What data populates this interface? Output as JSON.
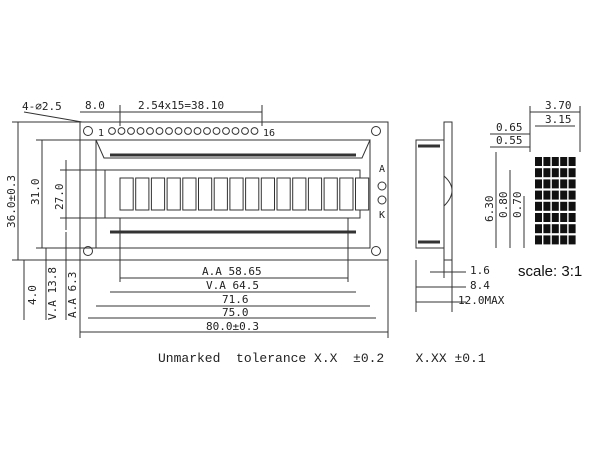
{
  "front_view": {
    "dims": {
      "hole": "4-∅2.5",
      "pin_offset": "8.0",
      "pin_pitch": "2.54x15=38.10",
      "pin_first": "1",
      "pin_last": "16",
      "height_total": "36.0±0.3",
      "height_pcb": "31.0",
      "height_view": "27.0",
      "va_offset": "V.A 13.8",
      "aa_offset": "A.A 6.3",
      "hole_offset": "4.0",
      "width_aa": "A.A 58.65",
      "width_va": "V.A 64.5",
      "width_bezel": "71.6",
      "width_holes": "75.0",
      "width_total": "80.0±0.3"
    },
    "char_cells": 16
  },
  "side_view": {
    "label_a": "A",
    "label_k": "K",
    "dims": {
      "d1": "1.6",
      "d2": "8.4",
      "d3": "12.0MAX"
    }
  },
  "char_detail": {
    "dims": {
      "width": "3.70",
      "dot_pitch_w": "3.15",
      "dot_w": "0.65",
      "dot_gap": "0.55",
      "height": "6.30",
      "dot_h": "0.80",
      "dot_pitch_h": "0.70"
    },
    "matrix": {
      "cols": 5,
      "rows": 8
    },
    "scale_label": "scale:  3:1"
  },
  "tolerance_note": "Unmarked  tolerance X.X  ±0.2    X.XX ±0.1"
}
